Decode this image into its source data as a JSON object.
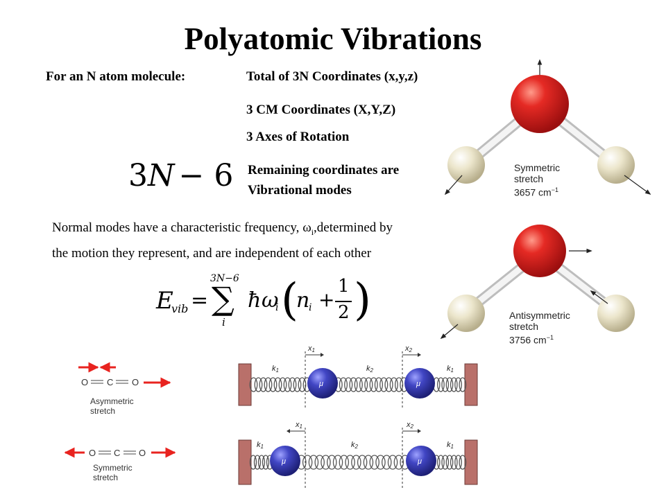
{
  "title": "Polyatomic Vibrations",
  "intro": {
    "label": "For an N atom molecule:",
    "line1": "Total of 3N Coordinates (x,y,z)",
    "line2": "3 CM Coordinates (X,Y,Z)",
    "line3": "3 Axes of Rotation",
    "remaining1": "Remaining coordinates are",
    "remaining2": "Vibrational modes"
  },
  "formula_3n6": {
    "a": "3",
    "b": "N",
    "c": "− 6"
  },
  "normal_modes": {
    "line1_pre": "Normal modes have a characteristic frequency, ",
    "omega": "ω",
    "sub": "i",
    "line1_post": ",determined by",
    "line2": "the motion they represent,  and are independent of each other"
  },
  "energy_formula": {
    "E": "E",
    "vib": "vib",
    "eq": "=",
    "upper": "3N−6",
    "sigma": "∑",
    "lower": "i",
    "hbar": "ħ",
    "omega": "ω",
    "omega_sub": "i",
    "n": "n",
    "n_sub": "i",
    "plus": "+",
    "num": "1",
    "den": "2"
  },
  "water_symmetric": {
    "name": "Symmetric",
    "type": "stretch",
    "freq": "3657 cm",
    "exp": "−1"
  },
  "water_antisymmetric": {
    "name": "Antisymmetric",
    "type": "stretch",
    "freq": "3756 cm",
    "exp": "−1"
  },
  "co2_asym": {
    "o1": "O",
    "c": "C",
    "o2": "O",
    "label1": "Asymmetric",
    "label2": "stretch"
  },
  "co2_sym": {
    "o1": "O",
    "c": "C",
    "o2": "O",
    "label1": "Symmetric",
    "label2": "stretch"
  },
  "spring_top": {
    "x1": "x",
    "x1sub": "1",
    "x2": "x",
    "x2sub": "2",
    "k_left": "k",
    "k_left_sub": "1",
    "k_mid": "k",
    "k_mid_sub": "2",
    "k_right": "k",
    "k_right_sub": "1",
    "mass": "μ"
  },
  "spring_bottom": {
    "x1": "x",
    "x1sub": "1",
    "x2": "x",
    "x2sub": "2",
    "k_left": "k",
    "k_left_sub": "1",
    "k_mid": "k",
    "k_mid_sub": "2",
    "k_right": "k",
    "k_right_sub": "1",
    "mass": "μ"
  },
  "colors": {
    "oxygen": "#d42020",
    "hydrogen": "#e6e0c4",
    "arrow_red": "#e8231f",
    "mass_blue": "#3b3fb0",
    "wall": "#b9706a"
  }
}
